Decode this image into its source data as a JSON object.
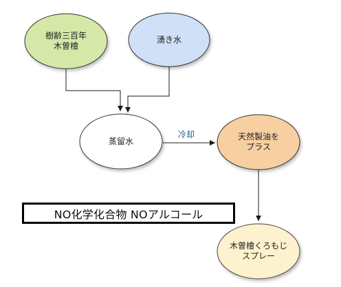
{
  "diagram": {
    "nodes": {
      "hinoki_tree": {
        "lines": [
          "樹齢三百年",
          "木曽檜"
        ],
        "fill": "#d5e8a8",
        "stroke": "#333333"
      },
      "spring_water": {
        "lines": [
          "湧き水"
        ],
        "fill": "#cfe0f7",
        "stroke": "#333333"
      },
      "distilled_water": {
        "lines": [
          "蒸留水"
        ],
        "fill": "#ffffff",
        "stroke": "#333333"
      },
      "natural_oil": {
        "lines": [
          "天然製油を",
          "プラス"
        ],
        "fill": "#f8cfa0",
        "stroke": "#333333"
      },
      "spray_product": {
        "lines": [
          "木曽檜くろもじ",
          "スプレー"
        ],
        "fill": "#fdf2cd",
        "stroke": "#444444"
      }
    },
    "edge_labels": {
      "cooling": "冷却"
    },
    "banner": "NO化学化合物  NOアルコール"
  },
  "colors": {
    "edge": "#1a1a1a",
    "edge_label": "#1f5f8f"
  }
}
